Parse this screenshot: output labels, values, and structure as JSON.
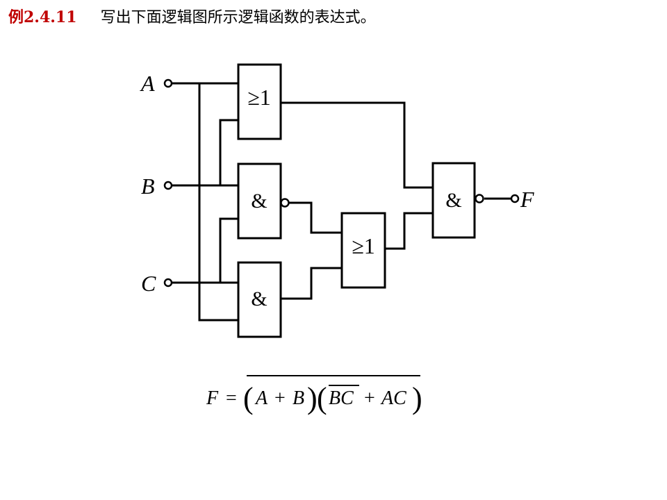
{
  "title": {
    "example_number": "例2.4.11",
    "question": "写出下面逻辑图所示逻辑函数的表达式。"
  },
  "diagram": {
    "inputs": [
      "A",
      "B",
      "C"
    ],
    "output": "F",
    "gates": {
      "or1": "≥1",
      "and1": "&",
      "and2": "&",
      "or2": "≥1",
      "nand": "&"
    }
  },
  "formula": {
    "lhs": "F",
    "eq": "=",
    "lp1": "(",
    "a": "A",
    "plus1": "+",
    "b": "B",
    "rp1": ")",
    "lp2": "(",
    "bc": "BC",
    "plus2": "+",
    "ac": "AC",
    "rp2": ")"
  }
}
